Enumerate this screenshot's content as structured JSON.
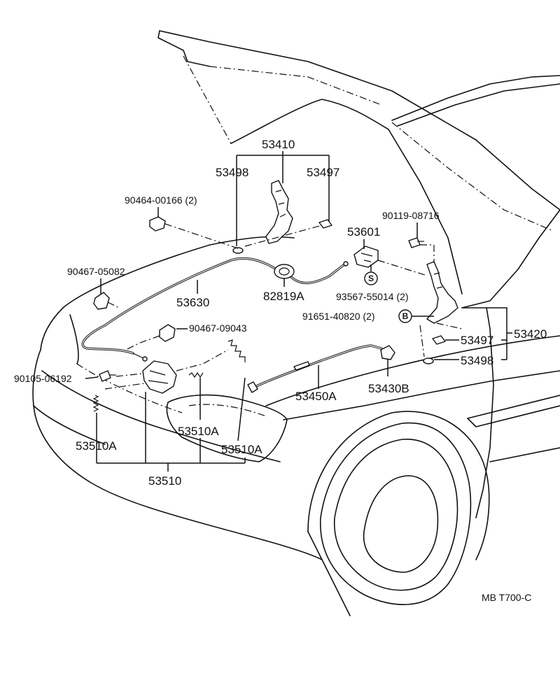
{
  "labels": {
    "p53410": "53410",
    "p53498_top": "53498",
    "p53497_top": "53497",
    "p90464": "90464-00166 (2)",
    "p90119": "90119-08716",
    "p53601": "53601",
    "p90467_05082": "90467-05082",
    "p53630": "53630",
    "p82819a": "82819A",
    "p93567": "93567-55014 (2)",
    "p91651": "91651-40820 (2)",
    "p90467_09043": "90467-09043",
    "p53497_right": "53497",
    "p53420": "53420",
    "p53498_right": "53498",
    "p90105": "90105-06192",
    "p53450a": "53450A",
    "p53430b": "53430B",
    "p53510a_mid": "53510A",
    "p53510a_left": "53510A",
    "p53510a_right": "53510A",
    "p53510": "53510"
  },
  "symbols": {
    "s": "S",
    "b": "B"
  },
  "footer": {
    "code": "MB  T700-C"
  }
}
